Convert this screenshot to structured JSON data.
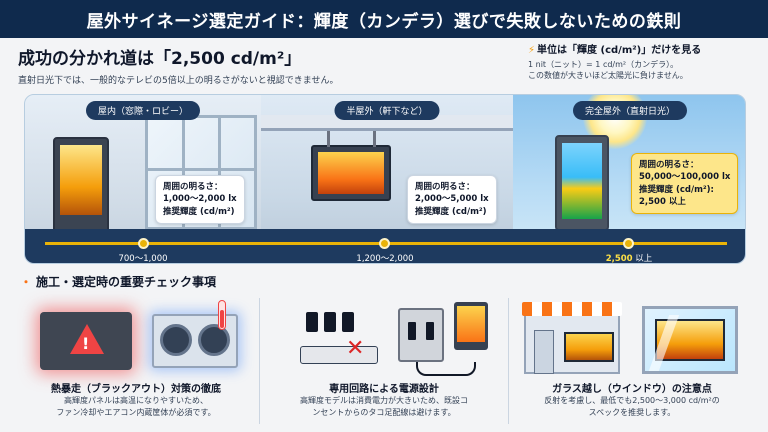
{
  "header": {
    "title": "屋外サイネージ選定ガイド：輝度（カンデラ）選びで失敗しないための鉄則"
  },
  "intro": {
    "headline": "成功の分かれ道は「2,500 cd/m²」",
    "subtext": "直射日光下では、一般的なテレビの5倍以上の明るさがないと視認できません。"
  },
  "unit_note": {
    "title": "単位は「輝度 (cd/m²)」だけを見る",
    "line1": "1 nit（ニット）= 1 cd/m²（カンデラ）。",
    "line2": "この数値が大きいほど太陽光に負けません。"
  },
  "zones": [
    {
      "label": "屋内（窓際・ロビー）",
      "info": [
        "周囲の明るさ：",
        "1,000〜2,000 lx",
        "推奨輝度 (cd/m²)"
      ],
      "scale_label": "700〜1,000"
    },
    {
      "label": "半屋外（軒下など）",
      "info": [
        "周囲の明るさ：",
        "2,000〜5,000 lx",
        "推奨輝度 (cd/m²)"
      ],
      "scale_label": "1,200〜2,000"
    },
    {
      "label": "完全屋外（直射日光）",
      "info": [
        "周囲の明るさ：",
        "50,000〜100,000 lx",
        "推奨輝度 (cd/m²):",
        "2,500 以上"
      ],
      "scale_label_num": "2,500",
      "scale_label_suffix": " 以上"
    }
  ],
  "checklist": {
    "title": "施工・選定時の重要チェック事項",
    "items": [
      {
        "title": "熱暴走（ブラックアウト）対策の徹底",
        "desc1": "高輝度パネルは高温になりやすいため、",
        "desc2": "ファン冷却やエアコン内蔵筐体が必須です。"
      },
      {
        "title": "専用回路による電源設計",
        "desc1": "高輝度モデルは消費電力が大きいため、既設コ",
        "desc2": "ンセントからのタコ足配線は避けます。"
      },
      {
        "title": "ガラス越し（ウインドウ）の注意点",
        "desc1": "反射を考慮し、最低でも2,500〜3,000 cd/m²の",
        "desc2": "スペックを推奨します。"
      }
    ]
  },
  "icons": {
    "bolt": "lightning-icon",
    "warning": "warning-triangle-icon",
    "prohibit": "x-mark-icon"
  },
  "colors": {
    "navy": "#0f2a4d",
    "accent": "#eab308",
    "warning": "#ef4444"
  }
}
